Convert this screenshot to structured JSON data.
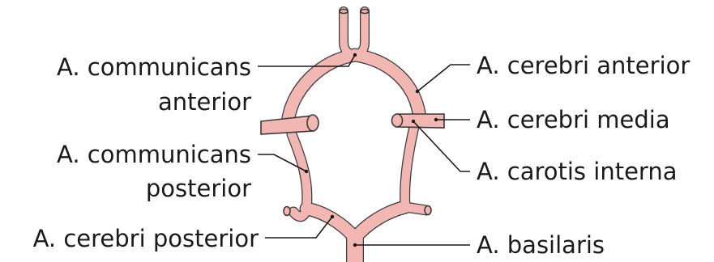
{
  "colors": {
    "vessel_fill": "#f2b7b3",
    "vessel_outline": "#3a3a3a",
    "text": "#1a1a1a",
    "background": "#ffffff"
  },
  "labels": {
    "communicans_anterior_1": "A. communicans",
    "communicans_anterior_2": "anterior",
    "communicans_posterior_1": "A. communicans",
    "communicans_posterior_2": "posterior",
    "cerebri_posterior": "A. cerebri posterior",
    "cerebri_anterior": "A. cerebri anterior",
    "cerebri_media": "A. cerebri media",
    "carotis_interna": "A. carotis interna",
    "basilaris": "A. basilaris"
  }
}
